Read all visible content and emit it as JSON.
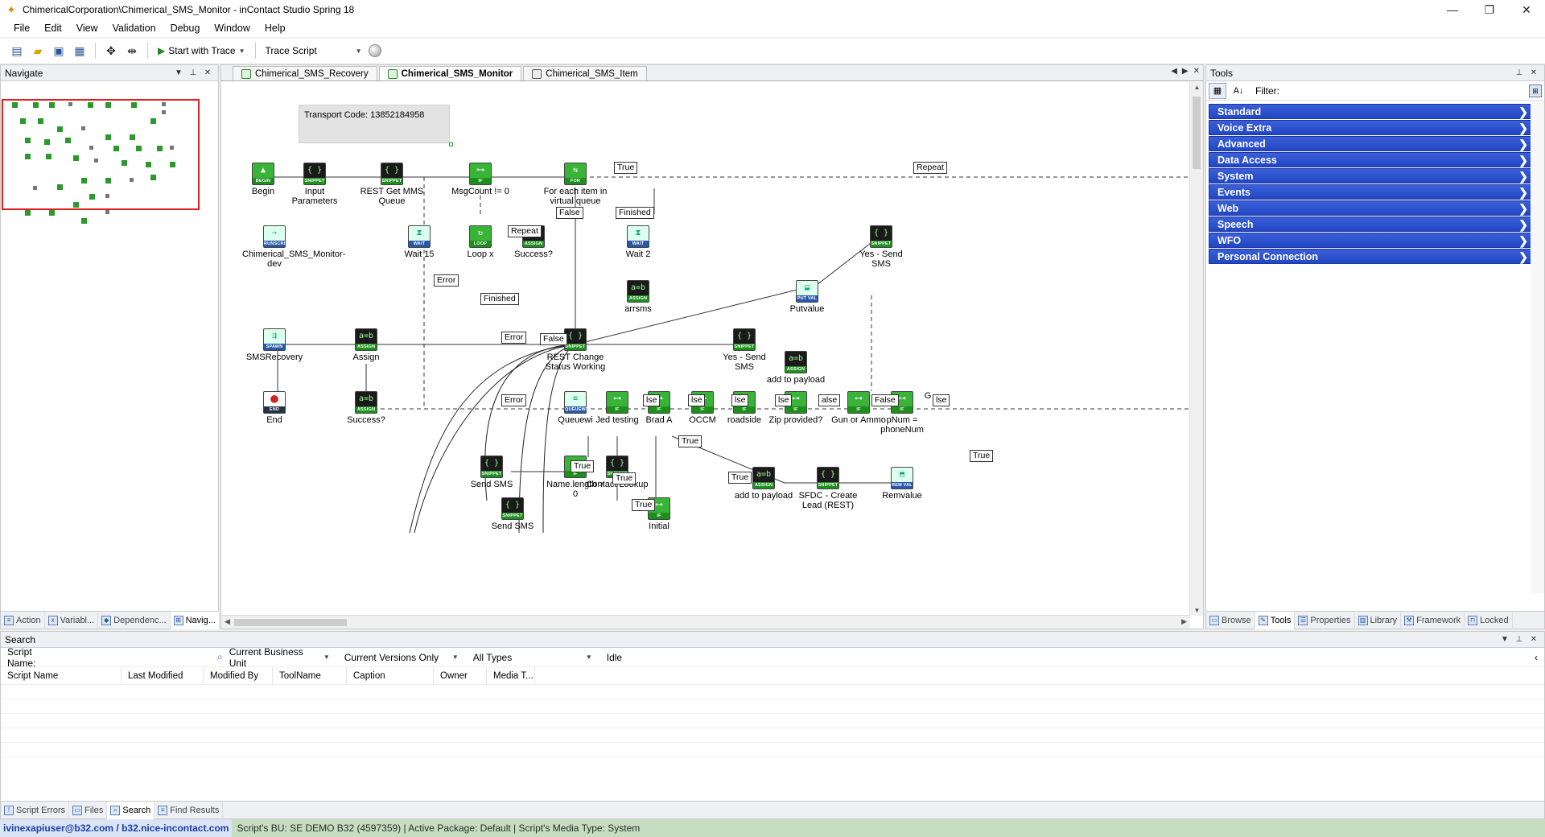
{
  "window": {
    "title": "ChimericalCorporation\\Chimerical_SMS_Monitor - inContact Studio Spring 18",
    "minimize": "—",
    "restore": "❐",
    "close": "✕"
  },
  "menu": [
    "File",
    "Edit",
    "View",
    "Validation",
    "Debug",
    "Window",
    "Help"
  ],
  "toolbar": {
    "start_with_trace": "Start with Trace",
    "trace_script": "Trace Script"
  },
  "navigate": {
    "title": "Navigate",
    "tabs": [
      "Action",
      "Variabl...",
      "Dependenc...",
      "Navig..."
    ]
  },
  "editor": {
    "tabs": [
      "Chimerical_SMS_Recovery",
      "Chimerical_SMS_Monitor",
      "Chimerical_SMS_Item"
    ],
    "active_tab": 1,
    "transport_code": "Transport Code:  13852184958",
    "nodes": [
      {
        "label": "Begin",
        "type": "BEGIN",
        "style": "green"
      },
      {
        "label": "Input Parameters",
        "type": "SNIPPET",
        "style": "dark"
      },
      {
        "label": "REST Get MMS Queue",
        "type": "SNIPPET",
        "style": "dark"
      },
      {
        "label": "MsgCount != 0",
        "type": "IF",
        "style": "green"
      },
      {
        "label": "For each item in virtual queue",
        "type": "FOR",
        "style": "green"
      },
      {
        "label": "Wait 15",
        "type": "WAIT",
        "style": "teal"
      },
      {
        "label": "Loop x",
        "type": "LOOP",
        "style": "green"
      },
      {
        "label": "Success?",
        "type": "ASSIGN",
        "style": "dark"
      },
      {
        "label": "Wait 2",
        "type": "WAIT",
        "style": "teal"
      },
      {
        "label": "arrsms",
        "type": "ASSIGN",
        "style": "dark"
      },
      {
        "label": "Yes - Send SMS",
        "type": "SNIPPET",
        "style": "dark"
      },
      {
        "label": "Chimerical_SMS_Monitor-dev",
        "type": "RUNSCRIPT",
        "style": "teal"
      },
      {
        "label": "Putvalue",
        "type": "PUT VAL",
        "style": "teal"
      },
      {
        "label": "SMSRecovery",
        "type": "SPAWN",
        "style": "teal"
      },
      {
        "label": "Assign",
        "type": "ASSIGN",
        "style": "dark"
      },
      {
        "label": "REST Change Status Working",
        "type": "SNIPPET",
        "style": "dark"
      },
      {
        "label": "Yes - Send SMS",
        "type": "SNIPPET",
        "style": "dark"
      },
      {
        "label": "add to payload",
        "type": "ASSIGN",
        "style": "dark"
      },
      {
        "label": "End",
        "type": "END",
        "style": "red"
      },
      {
        "label": "Success?",
        "type": "ASSIGN",
        "style": "dark"
      },
      {
        "label": "Queuewi",
        "type": "QUEUEWI",
        "style": "teal"
      },
      {
        "label": "Jed testing",
        "type": "IF",
        "style": "green"
      },
      {
        "label": "Brad A",
        "type": "IF",
        "style": "green"
      },
      {
        "label": "OCCM",
        "type": "IF",
        "style": "green"
      },
      {
        "label": "roadside",
        "type": "IF",
        "style": "green"
      },
      {
        "label": "Zip provided?",
        "type": "IF",
        "style": "green"
      },
      {
        "label": "Gun or Ammo",
        "type": "IF",
        "style": "green"
      },
      {
        "label": "pNum = phoneNum",
        "type": "IF",
        "style": "green"
      },
      {
        "label": "G",
        "type": "",
        "style": "none"
      },
      {
        "label": "Send SMS",
        "type": "SNIPPET",
        "style": "dark"
      },
      {
        "label": "Name.length > 0",
        "type": "IF",
        "style": "green"
      },
      {
        "label": "Contact Lookup",
        "type": "SNIPPET",
        "style": "dark"
      },
      {
        "label": "add to payload",
        "type": "ASSIGN",
        "style": "dark"
      },
      {
        "label": "SFDC - Create Lead (REST)",
        "type": "SNIPPET",
        "style": "dark"
      },
      {
        "label": "Remvalue",
        "type": "REM VAL",
        "style": "teal"
      },
      {
        "label": "Send SMS",
        "type": "SNIPPET",
        "style": "dark"
      },
      {
        "label": "Initial",
        "type": "IF",
        "style": "green"
      }
    ],
    "branch_labels": [
      "True",
      "Repeat",
      "False",
      "Finished",
      "Repeat",
      "Error",
      "Finished",
      "True",
      "Error",
      "False",
      "Error",
      "lse",
      "lse",
      "lse",
      "lse",
      "alse",
      "False",
      "lse",
      "True",
      "True",
      "True",
      "True",
      "True"
    ]
  },
  "tools": {
    "title": "Tools",
    "filter_label": "Filter:",
    "categories": [
      "Standard",
      "Voice Extra",
      "Advanced",
      "Data Access",
      "System",
      "Events",
      "Web",
      "Speech",
      "WFO",
      "Personal Connection"
    ],
    "bottom_tabs": [
      "Browse",
      "Tools",
      "Properties",
      "Library",
      "Framework",
      "Locked"
    ],
    "category_color": "#2347c4"
  },
  "search": {
    "title": "Search",
    "script_name_label": "Script Name:",
    "business_unit": "Current Business Unit",
    "versions": "Current Versions Only",
    "types": "All Types",
    "status": "Idle",
    "columns": [
      "Script Name",
      "Last Modified",
      "Modified By",
      "ToolName",
      "Caption",
      "Owner",
      "Media T..."
    ],
    "bottom_tabs": [
      "Script Errors",
      "Files",
      "Search",
      "Find Results"
    ]
  },
  "status": {
    "user": "ivinexapiuser@b32.com / b32.nice-incontact.com",
    "info": "Script's BU: SE DEMO B32 (4597359) | Active Package: Default | Script's Media Type: System"
  }
}
